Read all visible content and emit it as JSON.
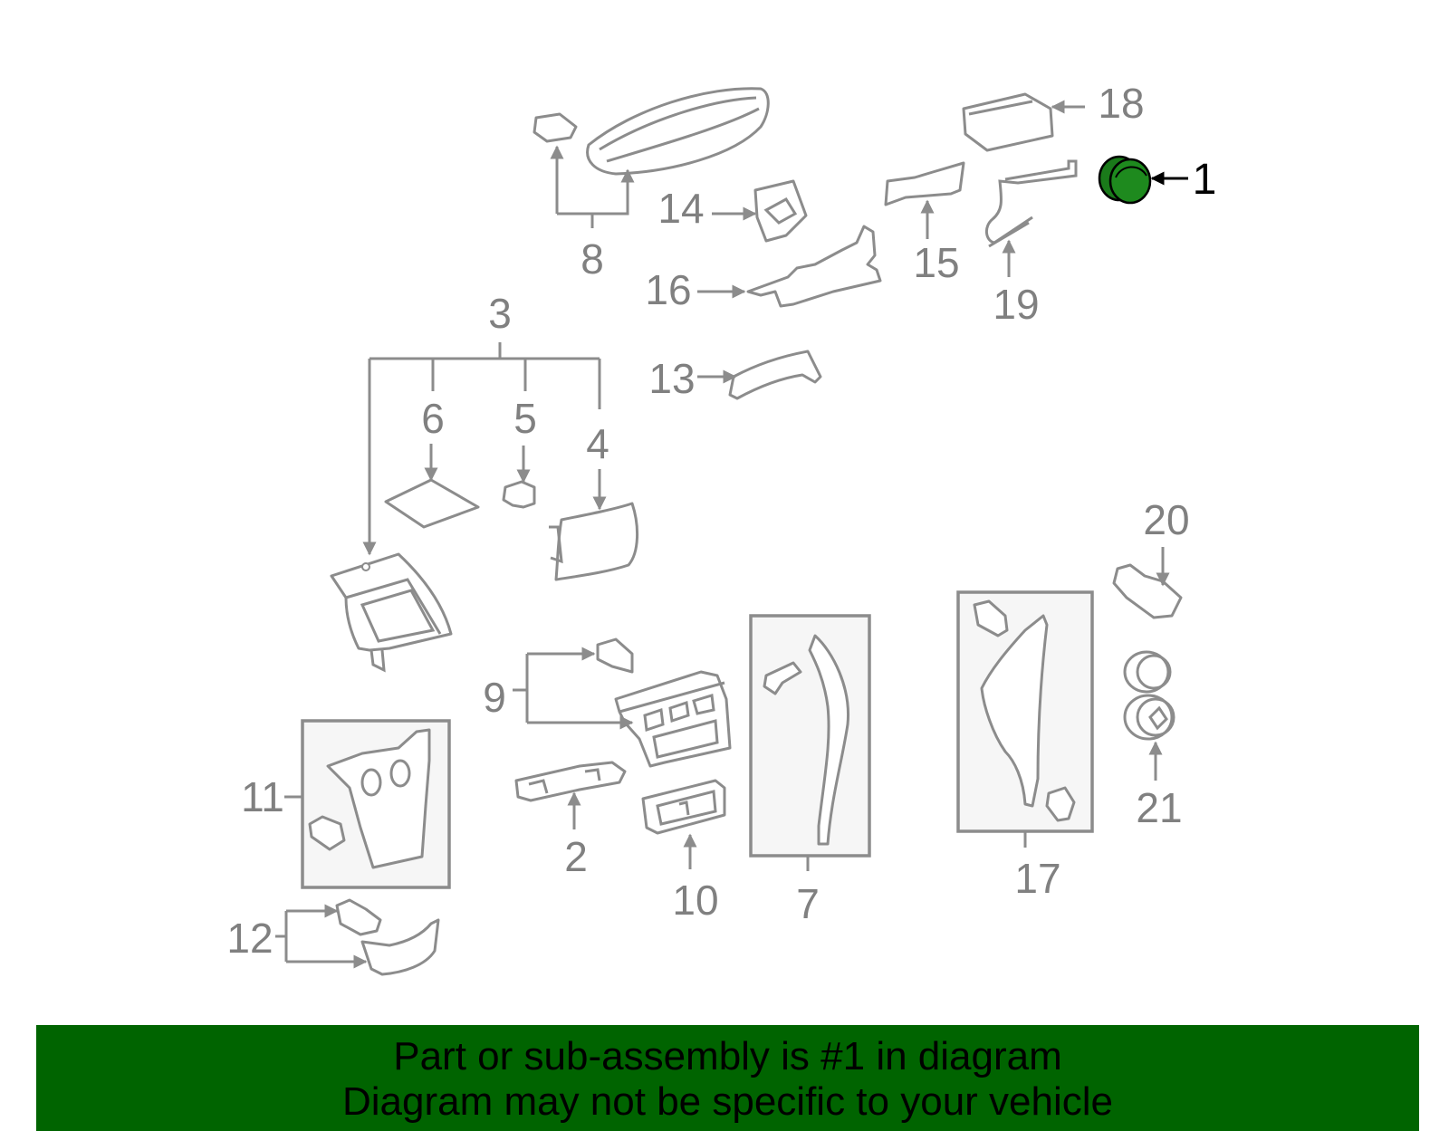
{
  "diagram": {
    "callouts": [
      "1",
      "2",
      "3",
      "4",
      "5",
      "6",
      "7",
      "8",
      "9",
      "10",
      "11",
      "12",
      "13",
      "14",
      "15",
      "16",
      "17",
      "18",
      "19",
      "20",
      "21"
    ],
    "highlight_color": "#1a7a1a",
    "line_color": "#8c8c8c"
  },
  "banner": {
    "line1": "Part or sub-assembly is #1 in diagram",
    "line2": "Diagram may not be specific to your vehicle",
    "background": "#006400"
  }
}
